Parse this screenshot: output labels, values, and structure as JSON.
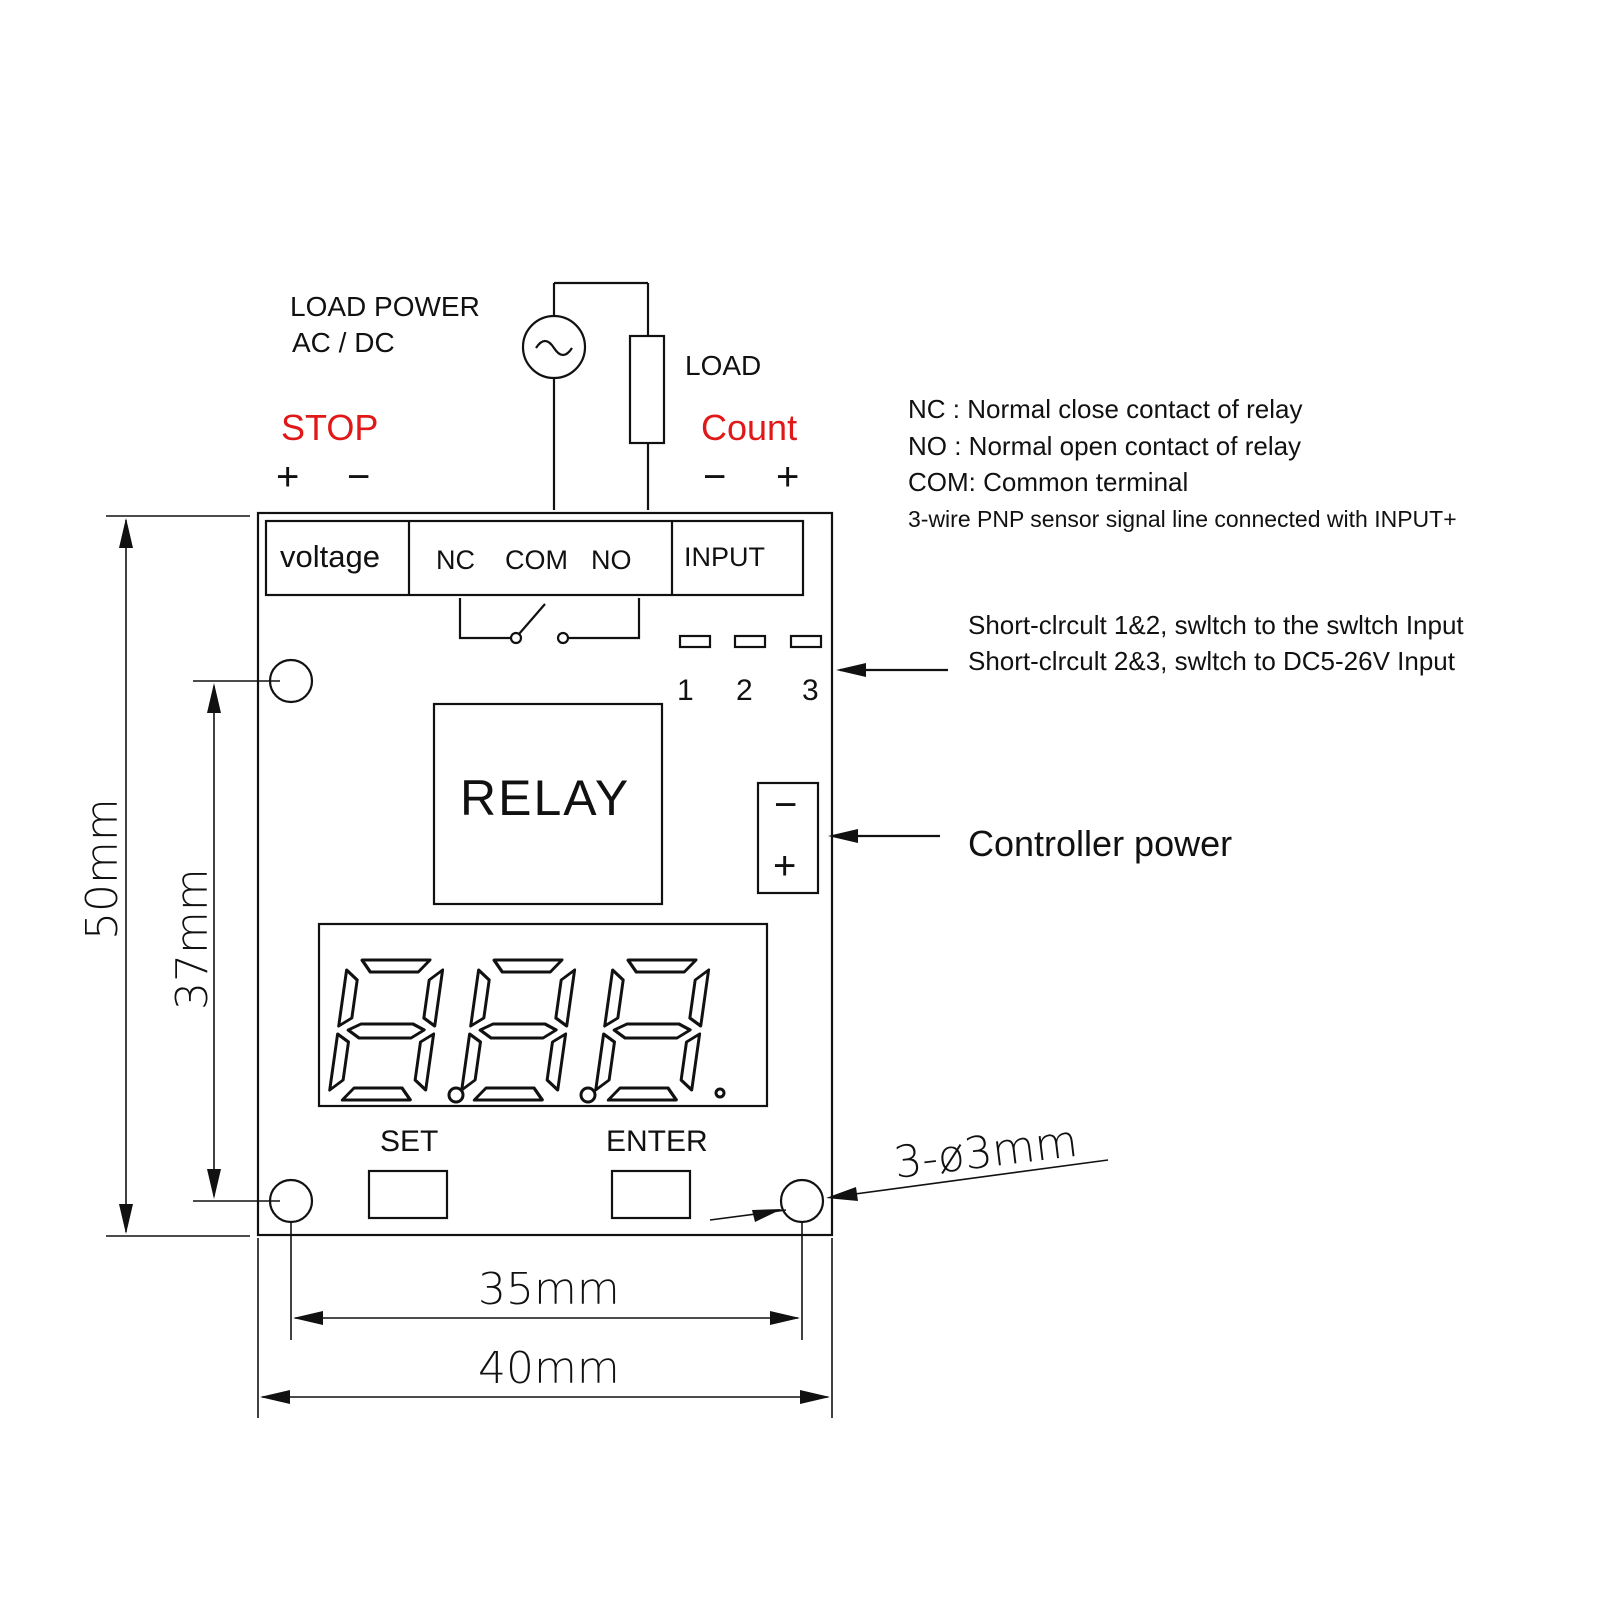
{
  "load_power": {
    "line1": "LOAD  POWER",
    "line2": "AC / DC"
  },
  "load_label": "LOAD",
  "stop": {
    "label": "STOP",
    "plus": "+",
    "minus": "−"
  },
  "count": {
    "label": "Count",
    "minus": "−",
    "plus": "+"
  },
  "notes": [
    "NC :  Normal close contact of relay",
    "NO :  Normal open   contact of relay",
    "COM: Common terminal",
    "3-wire PNP sensor signal line connected with INPUT+"
  ],
  "terminals": {
    "voltage": "voltage",
    "nc": "NC",
    "com": "COM",
    "no": "NO",
    "input": "INPUT"
  },
  "jumper": {
    "pins": [
      "1",
      "2",
      "3"
    ],
    "note1": "Short-clrcult 1&2,  swltch to the swltch Input",
    "note2": "Short-clrcult 2&3,  swltch to  DC5-26V Input"
  },
  "relay_label": "RELAY",
  "controller_power": {
    "label": "Controller power",
    "minus": "−",
    "plus": "+"
  },
  "buttons": {
    "set": "SET",
    "enter": "ENTER"
  },
  "dimensions": {
    "height": "50mm",
    "hole_height": "37mm",
    "hole_spacing": "35mm",
    "width": "40mm",
    "holes": "3-ø3mm"
  },
  "colors": {
    "accent": "#e01818",
    "line": "#111111"
  }
}
